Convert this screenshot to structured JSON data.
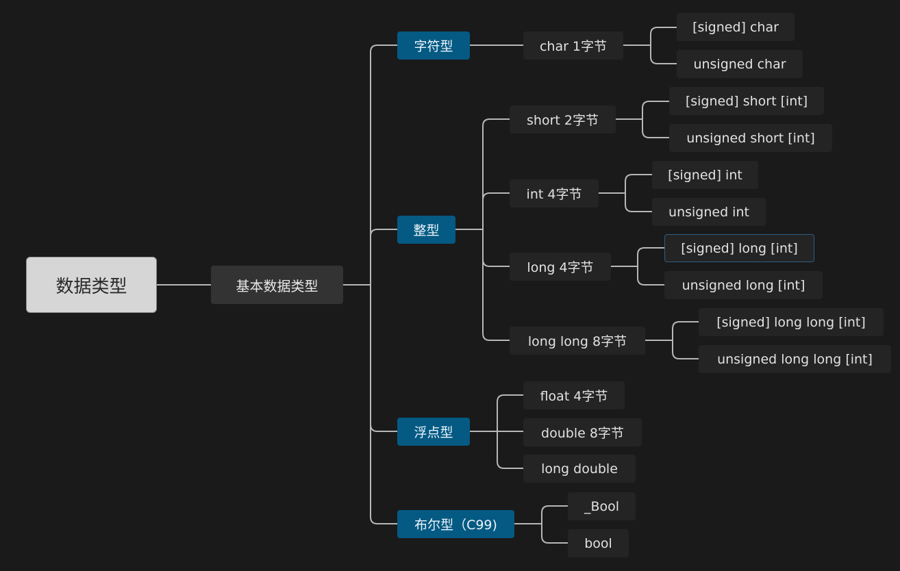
{
  "mindmap": {
    "root": "数据类型",
    "main": "基本数据类型",
    "char_group": {
      "category": "字符型",
      "sizes": [
        {
          "label": "char 1字节",
          "variants": [
            "[signed] char",
            "unsigned char"
          ]
        }
      ]
    },
    "int_group": {
      "category": "整型",
      "sizes": [
        {
          "label": "short 2字节",
          "variants": [
            "[signed] short [int]",
            "unsigned short [int]"
          ]
        },
        {
          "label": "int 4字节",
          "variants": [
            "[signed] int",
            "unsigned int"
          ]
        },
        {
          "label": "long 4字节",
          "variants": [
            "[signed] long [int]",
            "unsigned long [int]"
          ]
        },
        {
          "label": "long long 8字节",
          "variants": [
            "[signed] long long [int]",
            "unsigned long long [int]"
          ]
        }
      ]
    },
    "float_group": {
      "category": "浮点型",
      "types": [
        "float 4字节",
        "double 8字节",
        "long double"
      ]
    },
    "bool_group": {
      "category": "布尔型（C99)",
      "types": [
        "_Bool",
        "bool"
      ]
    }
  },
  "colors": {
    "background": "#1a1a1a",
    "root_fill": "#d6d6d6",
    "main_fill": "#333333",
    "category_fill": "#055a83",
    "sub_fill": "#242424",
    "selected_border": "#2f5e85",
    "connector": "#b8b8b8"
  }
}
